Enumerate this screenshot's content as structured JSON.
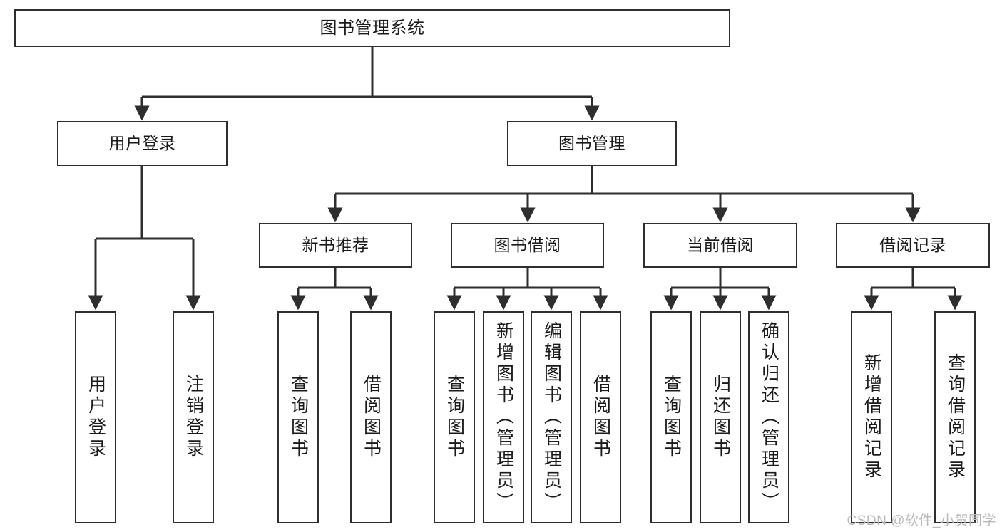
{
  "diagram": {
    "title": "图书管理系统",
    "type": "tree-hierarchy",
    "colors": {
      "box_border": "#2e2e2e",
      "box_fill": "#ffffff",
      "edge": "#2e2e2e",
      "text": "#1a1a1a",
      "watermark": "#b9b9b9",
      "background": "#ffffff"
    },
    "root": {
      "label": "图书管理系统"
    },
    "level2": [
      {
        "label": "用户登录"
      },
      {
        "label": "图书管理"
      }
    ],
    "level3": [
      {
        "label": "新书推荐"
      },
      {
        "label": "图书借阅"
      },
      {
        "label": "当前借阅"
      },
      {
        "label": "借阅记录"
      }
    ],
    "leaves": {
      "user_login": [
        {
          "label": "用户登录"
        },
        {
          "label": "注销登录"
        }
      ],
      "new_book_recommend": [
        {
          "label": "查询图书"
        },
        {
          "label": "借阅图书"
        }
      ],
      "book_borrow": [
        {
          "label": "查询图书"
        },
        {
          "label": "新增图书（管理员）"
        },
        {
          "label": "编辑图书（管理员）"
        },
        {
          "label": "借阅图书"
        }
      ],
      "current_borrow": [
        {
          "label": "查询图书"
        },
        {
          "label": "归还图书"
        },
        {
          "label": "确认归还（管理员）"
        }
      ],
      "borrow_record": [
        {
          "label": "新增借阅记录"
        },
        {
          "label": "查询借阅记录"
        }
      ]
    },
    "watermark": "CSDN @软件_小贺同学"
  }
}
